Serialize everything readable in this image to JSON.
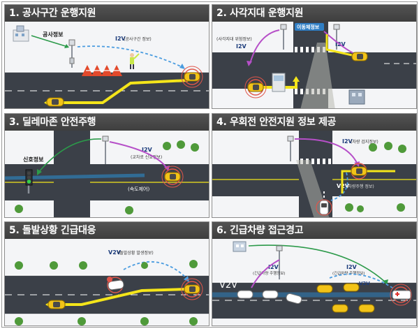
{
  "panels": [
    {
      "title": "1. 공사구간 운행지원",
      "labels": {
        "construction_info": "공사정보",
        "i2v": "I2V",
        "i2v_detail": "(공사구간 정보)"
      }
    },
    {
      "title": "2. 사각지대 운행지원",
      "labels": {
        "moving_object_info": "이동체정보",
        "blindspot_detail": "(사각지대 위험정보)",
        "i2v_left": "I2V",
        "i2v_right": "I2V"
      }
    },
    {
      "title": "3. 딜레마존 안전주행",
      "labels": {
        "signal_info": "신호정보",
        "i2v": "I2V",
        "i2v_detail": "(교차로 신호정보)",
        "speed_control": "(속도제어)"
      }
    },
    {
      "title": "4. 우회전 안전지원 정보 제공",
      "labels": {
        "i2v": "I2V",
        "i2v_detail": "(차량 검지정보)",
        "v2v": "V2V",
        "v2v_detail": "(차량주행 정보)"
      }
    },
    {
      "title": "5. 돌발상황 긴급대응",
      "labels": {
        "v2v": "V2V",
        "v2v_detail": "(돌발상황 발생정보)"
      }
    },
    {
      "title": "6. 긴급차량 접근경고",
      "labels": {
        "v2v_left": "V2V",
        "i2v_left": "I2V",
        "i2v_left_detail": "(긴급차량 주행정보)",
        "i2v_right": "I2V",
        "i2v_right_detail": "(긴급차량 주행정보)",
        "v2v_right": "V2V"
      }
    }
  ]
}
